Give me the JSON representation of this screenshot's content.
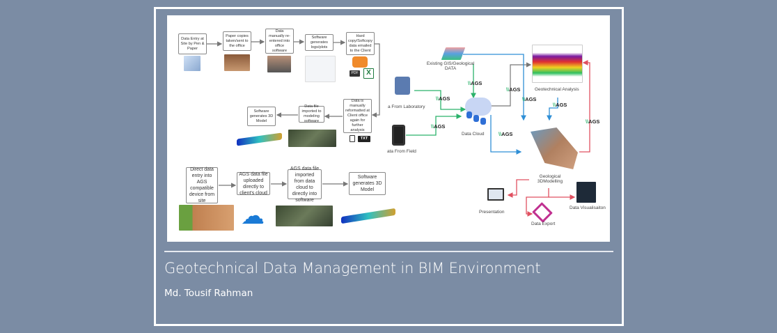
{
  "slide": {
    "title": "Geotechnical Data Management in BIM Environment",
    "author": "Md. Tousif Rahman"
  },
  "traditional_flow": [
    "Data Entry at Site by Pen & Paper",
    "Paper copies taken/sent to the office",
    "Data manually re-entered into office software",
    "Software generates logs/plots",
    "Hard copy/Softcopy data emailed to the Client",
    "Data is manually reformatted at Client office again for further analysis",
    "Data file imported to modeling software",
    "Software generates 3D Model"
  ],
  "file_badges": {
    "pdf": "PDF",
    "excel": "X",
    "txt": "TXT"
  },
  "ags_flow": [
    "Direct data entry into AGS compatible device from site",
    "AGS data file uploaded directly to client's cloud",
    "AGS data file imported from data cloud to directly into software",
    "Software generates 3D Model"
  ],
  "cloud_diagram": {
    "gis": "Existing GIS/Geological DATA",
    "lab": "a From Laboratory",
    "field": "ata From Field",
    "cloud": "Data Cloud",
    "geotech": "Geotechnical Analysis",
    "model": "Geological 3DModelling",
    "presentation": "Presentation",
    "export": "Data Export",
    "visual": "Data Visualisaiton",
    "ags_tag": "AGS"
  },
  "colors": {
    "background": "#7b8ca4",
    "green": "#2bb26b",
    "blue": "#2f8fd6",
    "red": "#e05060",
    "grey": "#666666"
  }
}
